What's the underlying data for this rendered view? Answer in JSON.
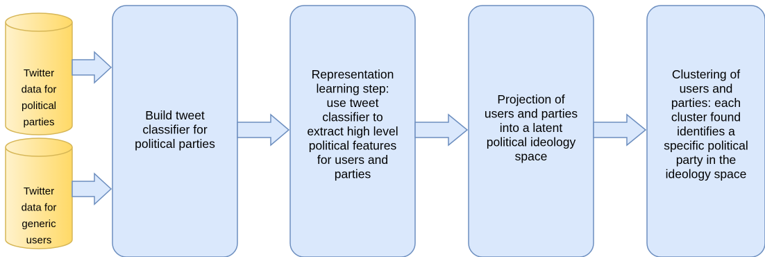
{
  "colors": {
    "box_fill": "#dae8fc",
    "box_stroke": "#6c8ebf",
    "db_fill_light": "#fff2cc",
    "db_fill_dark": "#ffd966",
    "db_stroke": "#d6b656",
    "arrow_fill": "#dae8fc",
    "arrow_stroke": "#6c8ebf",
    "text": "#000000"
  },
  "sources": [
    {
      "id": "political-parties",
      "icon": "database-icon",
      "lines": [
        "Twitter",
        "data for",
        "political",
        "parties"
      ]
    },
    {
      "id": "generic-users",
      "icon": "database-icon",
      "lines": [
        "Twitter",
        "data for",
        "generic",
        "users"
      ]
    }
  ],
  "steps": [
    {
      "id": "classifier",
      "lines": [
        "Build tweet",
        "classifier for",
        "political parties"
      ]
    },
    {
      "id": "representation",
      "lines": [
        "Representation",
        "learning step:",
        "use tweet",
        "classifier to",
        "extract high level",
        "political features",
        "for users and",
        "parties"
      ]
    },
    {
      "id": "projection",
      "lines": [
        "Projection of",
        "users and parties",
        "into a latent",
        "political ideology",
        "space"
      ]
    },
    {
      "id": "clustering",
      "lines": [
        "Clustering of",
        "users and",
        "parties: each",
        "cluster found",
        "identifies a",
        "specific political",
        "party in the",
        "ideology space"
      ]
    }
  ]
}
